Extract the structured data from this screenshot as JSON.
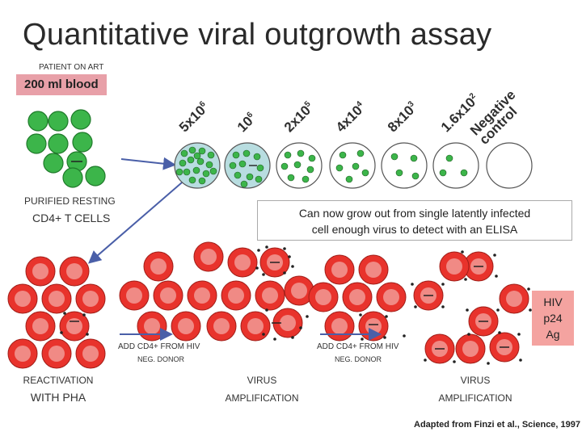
{
  "title": "Quantitative viral outgrowth assay",
  "patient_label": "PATIENT ON ART",
  "blood_label": "200 ml blood",
  "dilutions": [
    "5x10",
    "10",
    "2x10",
    "4x10",
    "8x10",
    "1.6x10",
    "Negative control"
  ],
  "dilution_exponents": [
    "6",
    "6",
    "5",
    "4",
    "3",
    "2",
    ""
  ],
  "purified_label_line1": "PURIFIED RESTING",
  "purified_label_line2": "CD4+ T CELLS",
  "callout_line1": "Can now grow out from single latently infected",
  "callout_line2": "cell enough virus to detect with an ELISA",
  "step1_label_line1": "REACTIVATION",
  "step1_label_line2": "WITH PHA",
  "add_label_line1": "ADD CD4+ FROM HIV",
  "add_label_line2": "NEG. DONOR",
  "amplification_line1": "VIRUS",
  "amplification_line2": "AMPLIFICATION",
  "hiv_label": [
    "HIV",
    "p24",
    "Ag"
  ],
  "citation": "Adapted from Finzi et al., Science, 1997",
  "colors": {
    "green_cell": "#3cb54a",
    "red_cell": "#e8332c",
    "red_cell_inner": "#f08a85",
    "well_fill": "#b8dde0",
    "blood_box": "#e8a0a8",
    "hiv_box": "#f4a3a0"
  }
}
